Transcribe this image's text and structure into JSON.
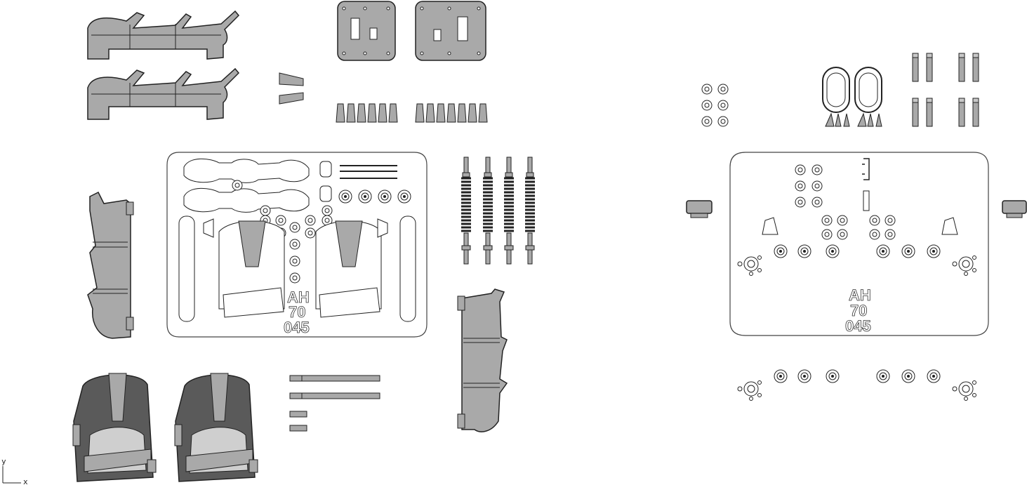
{
  "viewport": {
    "axis_y_label": "y",
    "axis_x_label": "x"
  },
  "fret_left": {
    "code_lines": [
      "AH",
      "70",
      "045"
    ]
  },
  "fret_right": {
    "code_lines": [
      "AH",
      "70",
      "045"
    ]
  },
  "colors": {
    "part_fill": "#a9a9a9",
    "part_stroke": "#222222",
    "fret_stroke": "#444444",
    "background": "#ffffff"
  }
}
